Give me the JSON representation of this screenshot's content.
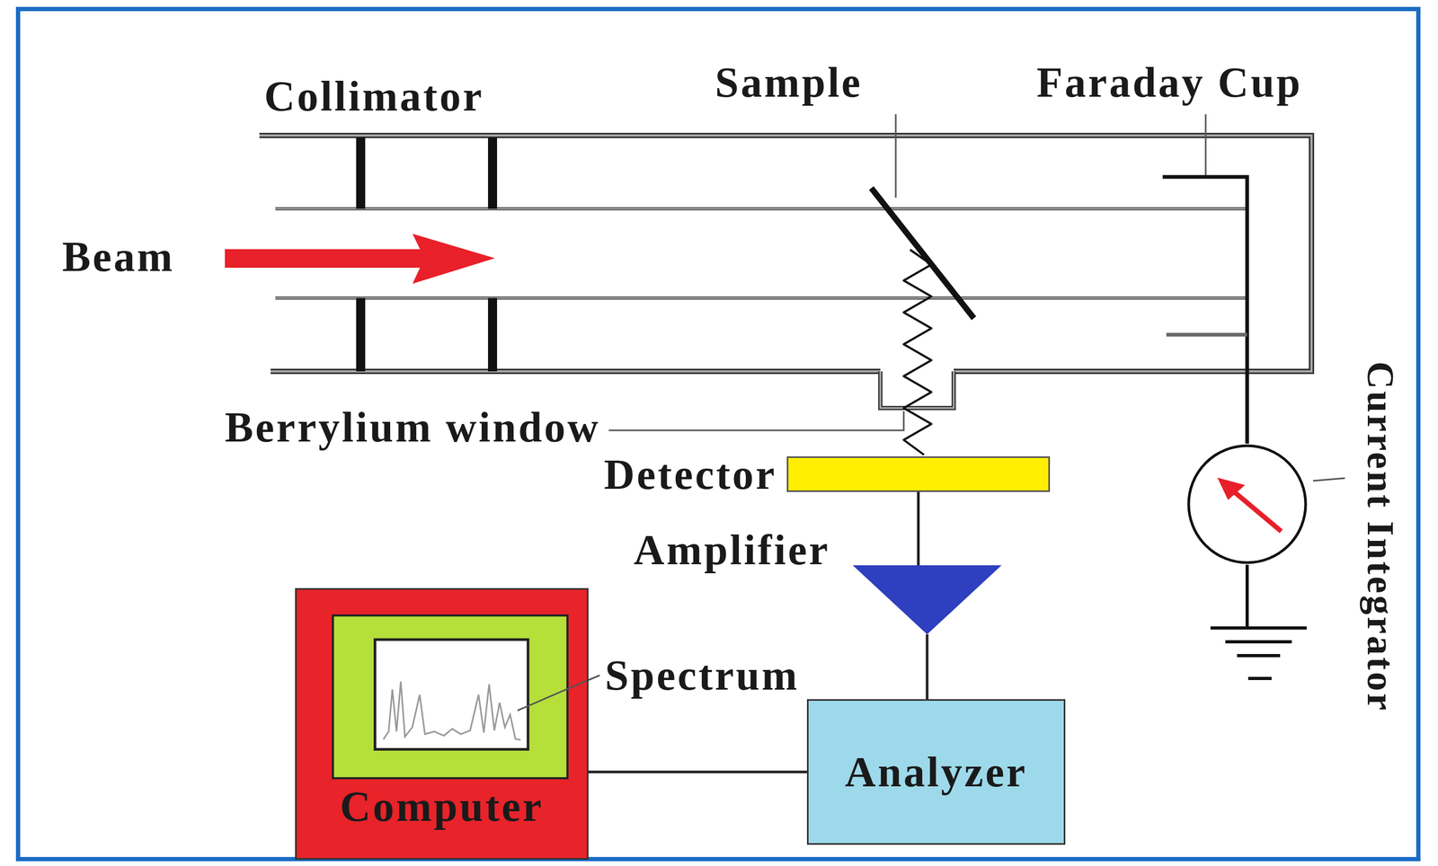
{
  "diagram": {
    "nodes": [
      {
        "text": [
          "Detector"
        ]
      },
      {
        "text": [
          "Amplifier"
        ]
      },
      {
        "text": [
          "Analyzer"
        ]
      },
      {
        "text": [
          "Computer"
        ]
      },
      {
        "text": [
          "Current Integrator"
        ]
      }
    ],
    "edges": [
      {
        "from": 0,
        "to": 1,
        "arrow": "none"
      },
      {
        "from": 1,
        "to": 2,
        "arrow": "none"
      },
      {
        "from": 2,
        "to": 3,
        "arrow": "none"
      }
    ],
    "labels": [
      "Collimator",
      "Sample",
      "Faraday Cup",
      "Beam",
      "Berrylium window",
      "Spectrum"
    ]
  }
}
